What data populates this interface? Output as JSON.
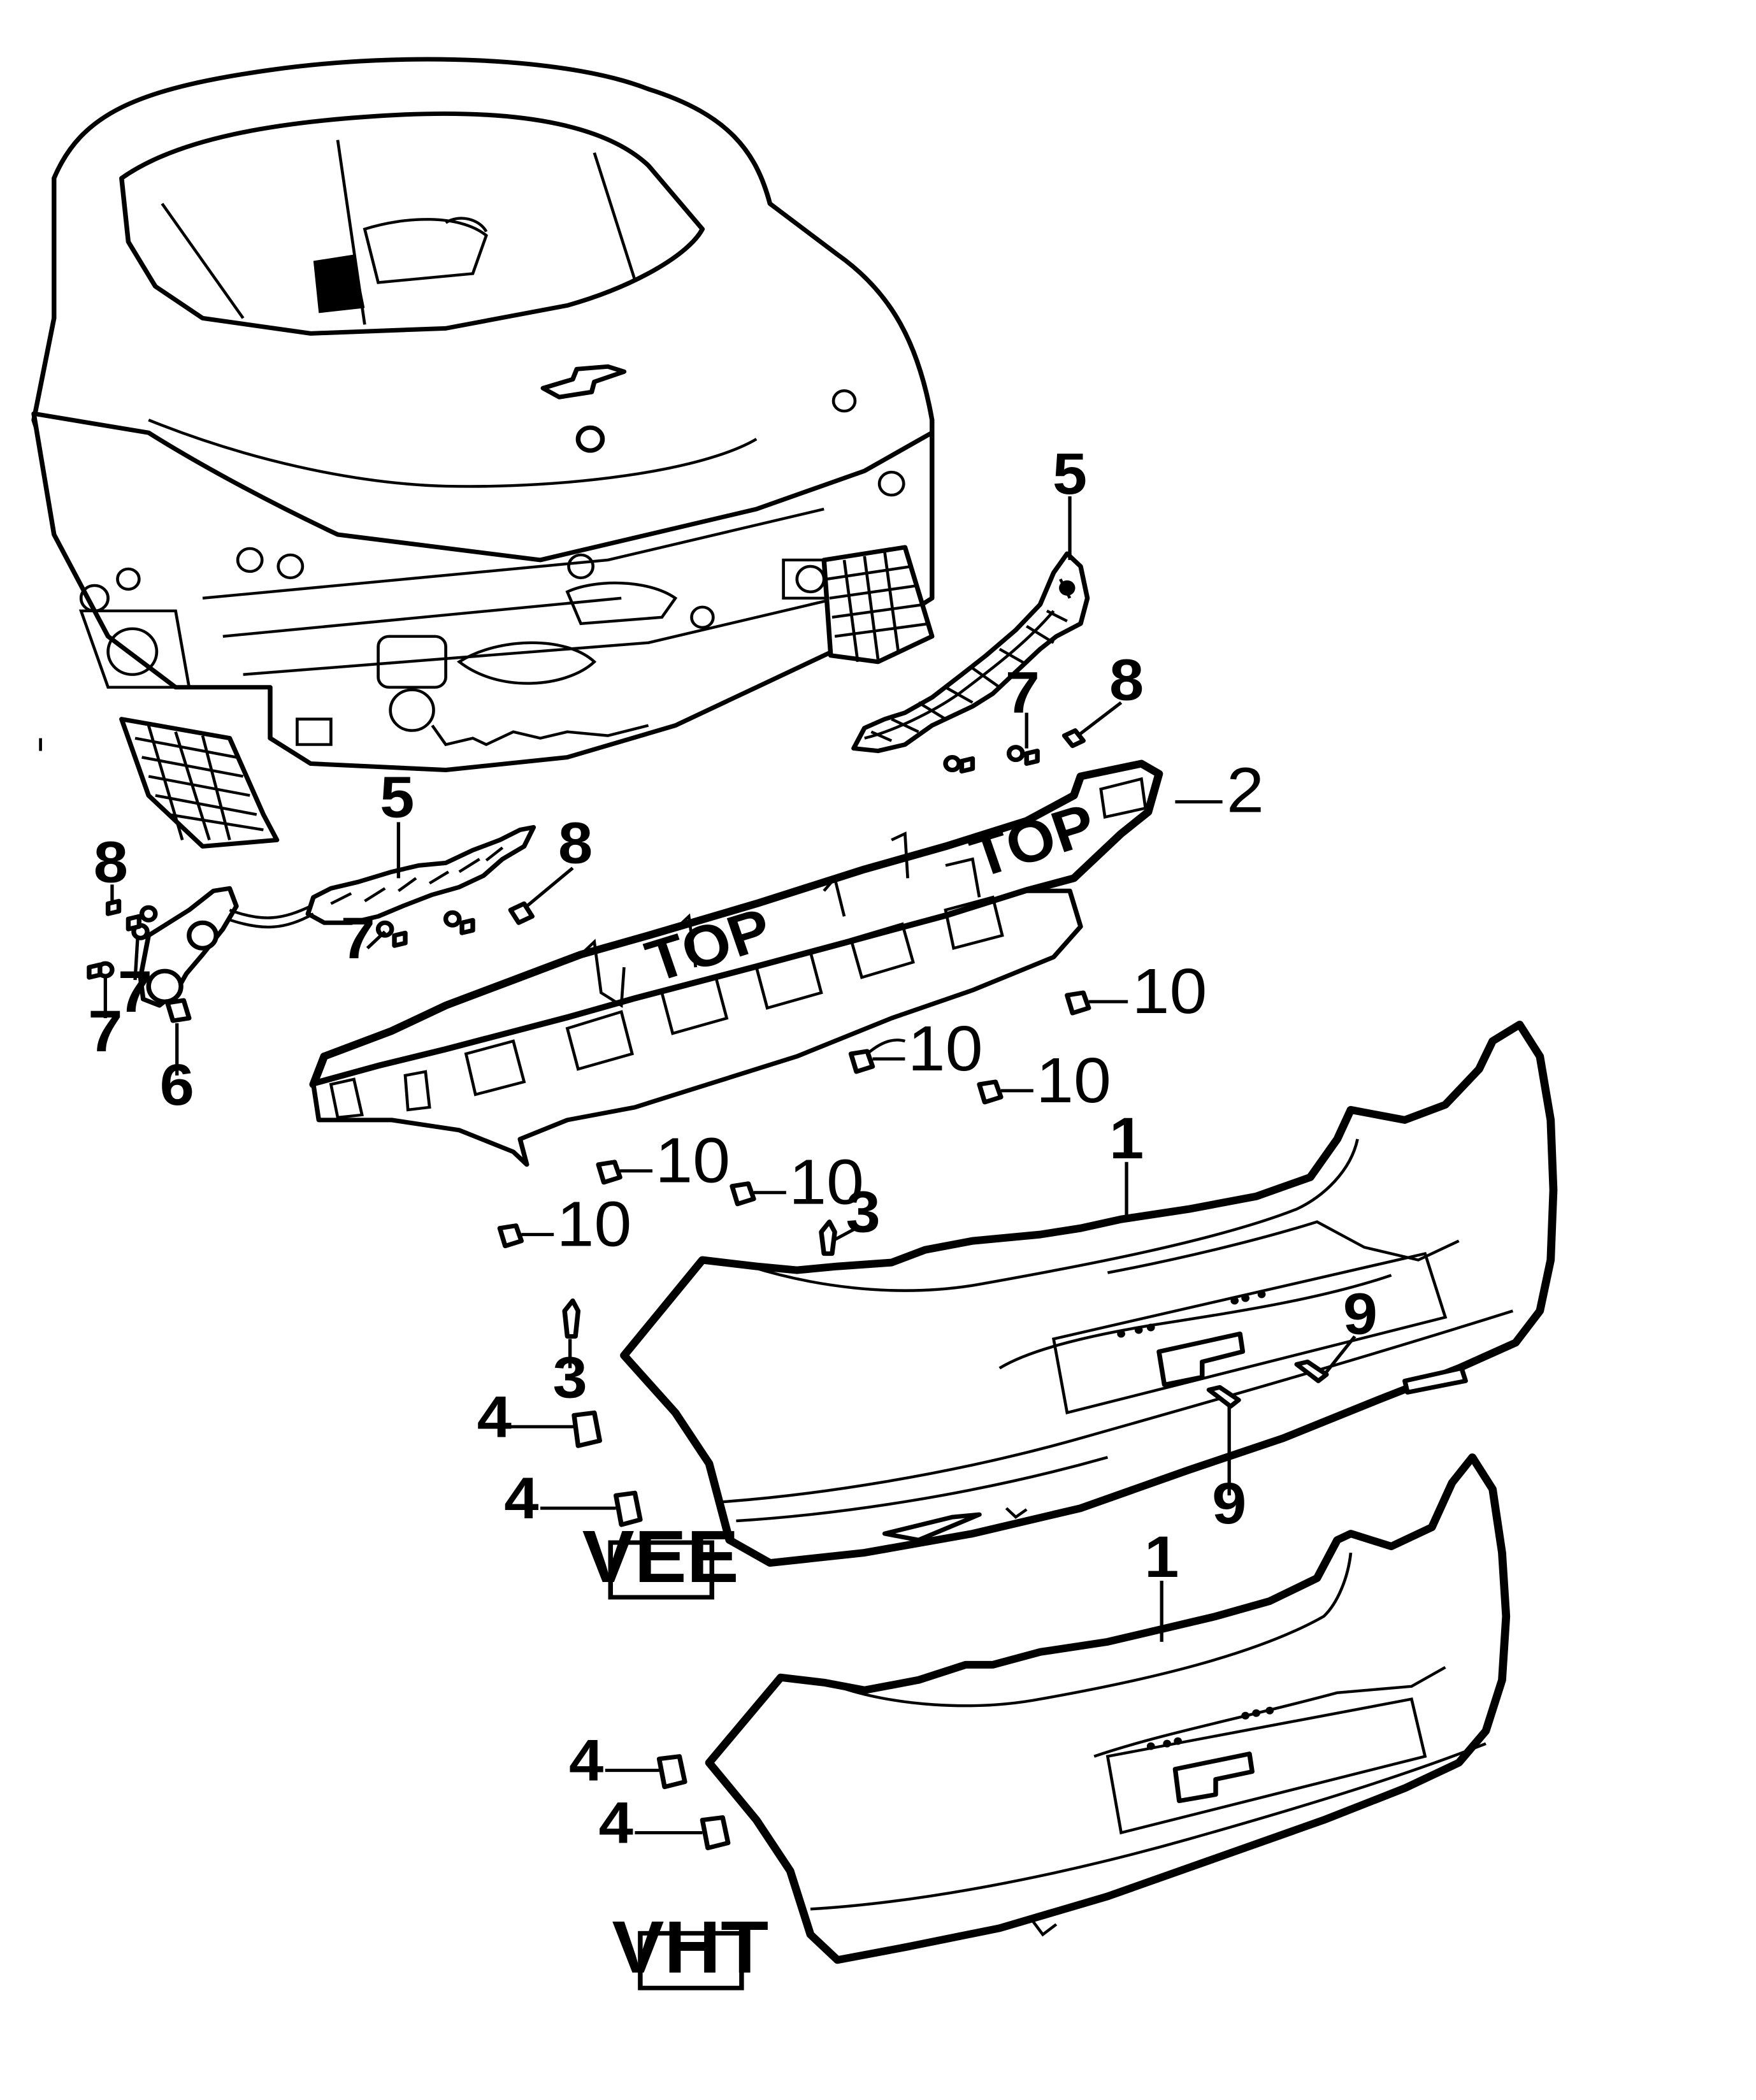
{
  "callouts": {
    "bumper_fascia": "1",
    "energy_absorber": "2",
    "push_pin": "3",
    "retainer": "4",
    "side_bracket": "5",
    "guide": "6",
    "screw": "7",
    "bolt": "8",
    "fascia_screw": "9",
    "clip": "10"
  },
  "option_codes": {
    "upper": "VEE",
    "lower": "VHT"
  },
  "stamps": {
    "top": "TOP"
  },
  "colors": {
    "ink": "#000000",
    "paper": "#ffffff"
  }
}
